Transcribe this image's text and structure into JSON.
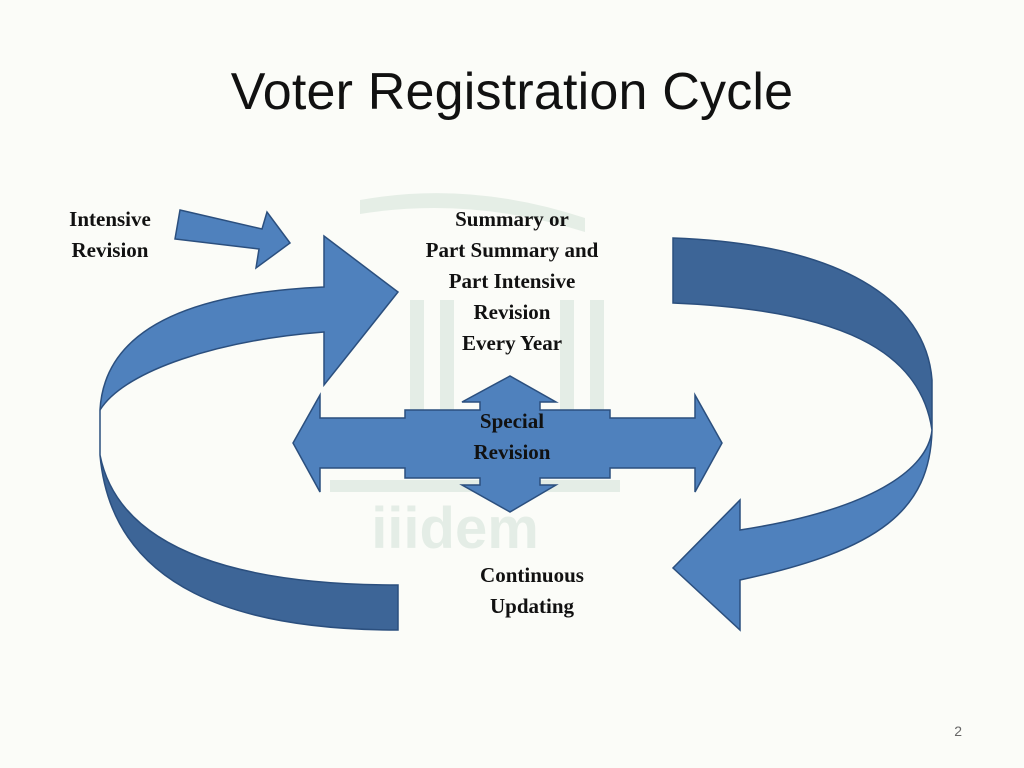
{
  "slide": {
    "title": "Voter Registration Cycle",
    "page_number": "2"
  },
  "diagram": {
    "nodes": {
      "intensive_revision": [
        "Intensive",
        "Revision"
      ],
      "summary_revision": [
        "Summary or",
        "Part Summary and",
        "Part Intensive",
        "Revision",
        "Every Year"
      ],
      "special_revision": [
        "Special",
        "Revision"
      ],
      "continuous_updating": [
        "Continuous",
        "Updating"
      ]
    },
    "watermark": "iiidem"
  },
  "colors": {
    "arrow_fill": "#4f81bd",
    "arrow_dark": "#3d6597",
    "arrow_edge": "#2b4f7e",
    "background": "#fbfcf8",
    "text": "#111111"
  }
}
